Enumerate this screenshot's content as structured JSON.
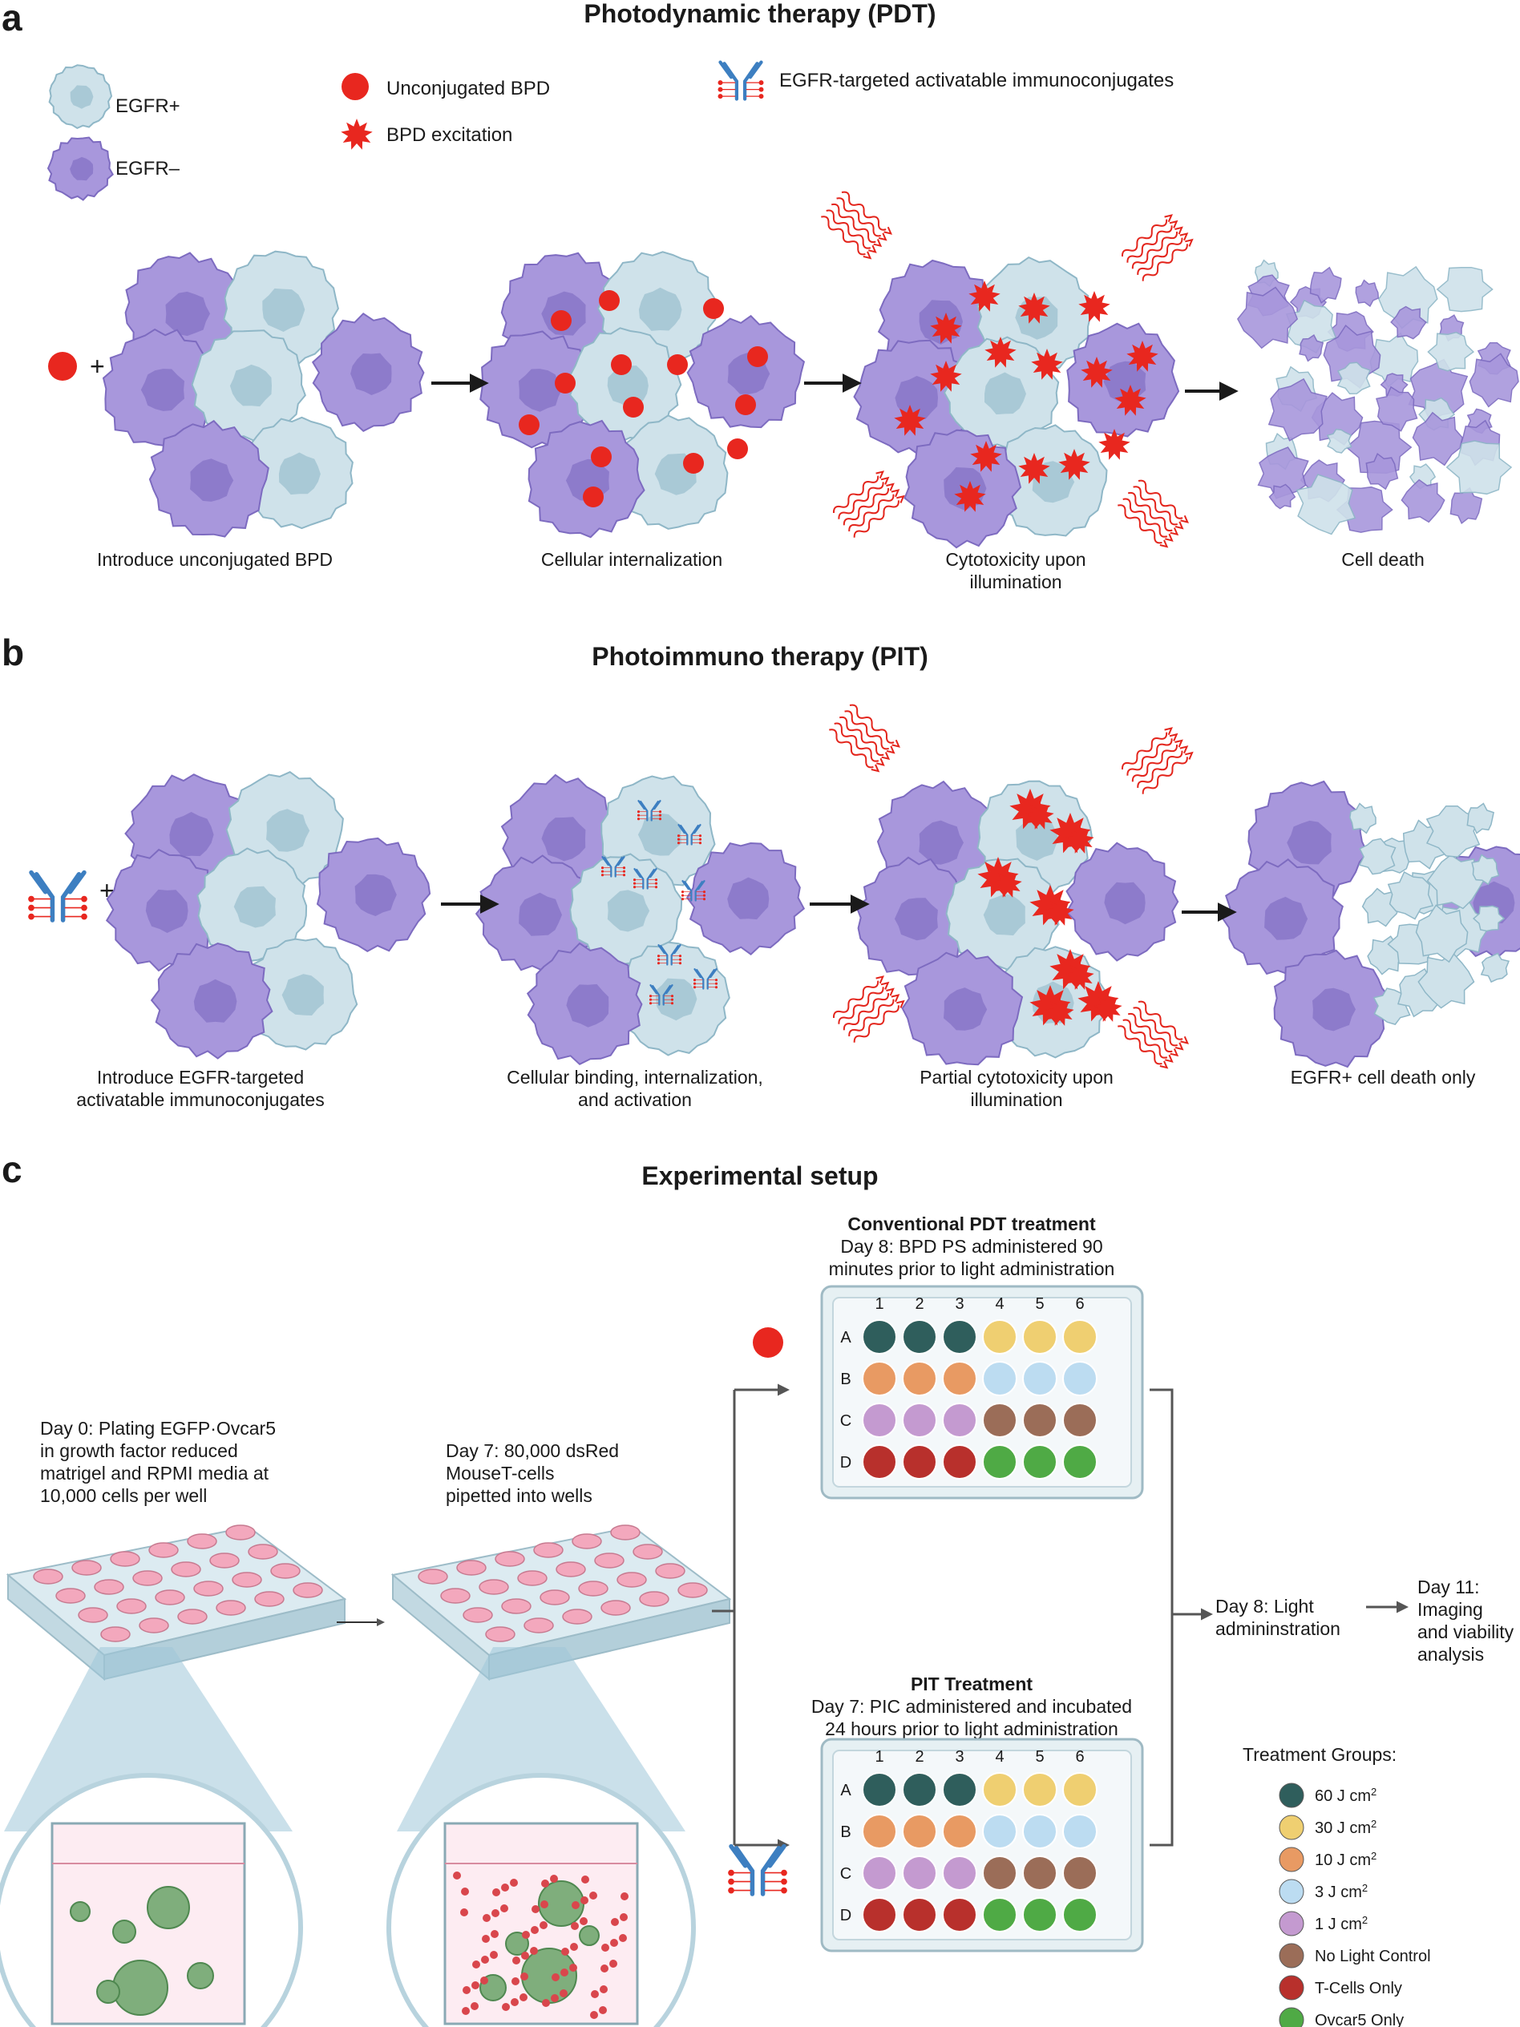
{
  "colors": {
    "egfr_pos": "#cfe2ea",
    "egfr_pos_stroke": "#8fb7c7",
    "egfr_neg": "#a897dc",
    "egfr_neg_stroke": "#7d6bc0",
    "bpd": "#e8271f",
    "antibody": "#3d7fc1",
    "light_waves": "#e3241b",
    "well_60": "#2f5e5c",
    "well_30": "#efcf71",
    "well_10": "#e89a63",
    "well_3": "#bcdcf1",
    "well_1": "#c49ad0",
    "well_nolight": "#9b6d58",
    "well_tcell": "#b8302c",
    "well_ovcar": "#4faa45"
  },
  "panel_a": {
    "letter": "a",
    "title": "Photodynamic therapy (PDT)",
    "legend": {
      "egfr_pos": "EGFR+",
      "egfr_neg": "EGFR–",
      "unconjugated": "Unconjugated BPD",
      "excitation": "BPD excitation",
      "immunoconjugate": "EGFR-targeted activatable immunoconjugates"
    },
    "plus": "+",
    "steps": [
      {
        "line1": "Introduce unconjugated BPD",
        "line2": ""
      },
      {
        "line1": "Cellular internalization",
        "line2": ""
      },
      {
        "line1": "Cytotoxicity upon",
        "line2": "illumination"
      },
      {
        "line1": "Cell death",
        "line2": ""
      }
    ]
  },
  "panel_b": {
    "letter": "b",
    "title": "Photoimmuno therapy (PIT)",
    "plus": "+",
    "steps": [
      {
        "line1": "Introduce EGFR-targeted",
        "line2": "activatable immunoconjugates"
      },
      {
        "line1": "Cellular binding, internalization,",
        "line2": "and activation"
      },
      {
        "line1": "Partial cytotoxicity upon",
        "line2": "illumination"
      },
      {
        "line1": "EGFR+ cell death only",
        "line2": ""
      }
    ]
  },
  "panel_c": {
    "letter": "c",
    "title": "Experimental setup",
    "day0": [
      "Day 0: Plating EGFP·Ovcar5",
      "in growth factor reduced",
      "matrigel and RPMI media at",
      "10,000 cells per well"
    ],
    "day7": [
      "Day 7: 80,000 dsRed",
      "MouseT-cells",
      "pipetted into wells"
    ],
    "pdt": {
      "heading": "Conventional PDT treatment",
      "lines": [
        "Day 8: BPD PS administered 90",
        "minutes prior to light administration"
      ]
    },
    "pit": {
      "heading": "PIT Treatment",
      "lines": [
        "Day 7: PIC administered and incubated",
        "24 hours prior to light administration"
      ]
    },
    "light": [
      "Day 8: Light",
      "admininstration"
    ],
    "imaging": [
      "Day 11:",
      "Imaging",
      "and viability",
      "analysis"
    ],
    "plate_cols": [
      "1",
      "2",
      "3",
      "4",
      "5",
      "6"
    ],
    "plate_rows": [
      "A",
      "B",
      "C",
      "D"
    ],
    "treatment_groups": {
      "title": "Treatment Groups:",
      "items": [
        {
          "label": "60 J cm",
          "sup": "2",
          "color": "#2f5e5c"
        },
        {
          "label": "30 J cm",
          "sup": "2",
          "color": "#efcf71"
        },
        {
          "label": "10 J cm",
          "sup": "2",
          "color": "#e89a63"
        },
        {
          "label": "3 J cm",
          "sup": "2",
          "color": "#bcdcf1"
        },
        {
          "label": "1 J cm",
          "sup": "2",
          "color": "#c49ad0"
        },
        {
          "label": "No Light Control",
          "sup": "",
          "color": "#9b6d58"
        },
        {
          "label": "T-Cells Only",
          "sup": "",
          "color": "#b8302c"
        },
        {
          "label": "Ovcar5 Only",
          "sup": "",
          "color": "#4faa45"
        }
      ]
    }
  }
}
